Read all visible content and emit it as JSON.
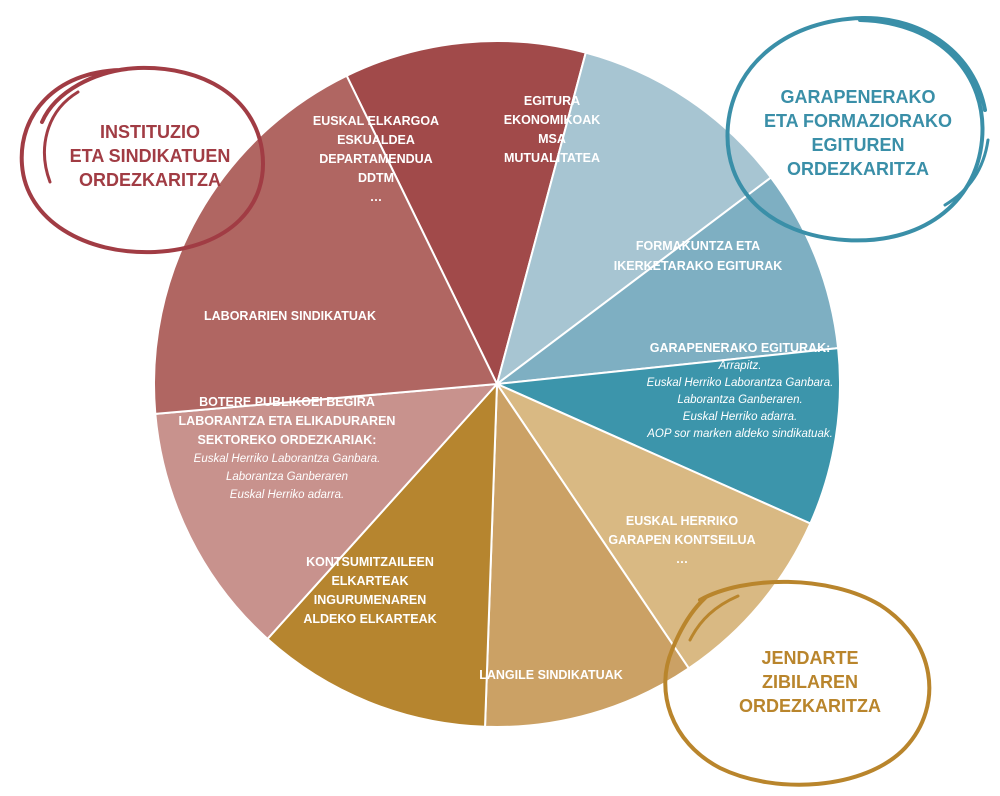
{
  "segments": [
    {
      "color": "#a14a4a",
      "lines": [
        "EUSKAL ELKARGOA",
        "ESKUALDEA",
        "DEPARTAMENDUA",
        "DDTM",
        "…"
      ]
    },
    {
      "color": "#a7c5d2",
      "lines": [
        "EGITURA",
        "EKONOMIKOAK",
        "MSA",
        "MUTUALITATEA"
      ]
    },
    {
      "color": "#7eafc2",
      "lines": [
        "FORMAKUNTZA ETA",
        "IKERKETARAKO EGITURAK"
      ]
    },
    {
      "color": "#3c95ab",
      "title": "GARAPENERAKO EGITURAK:",
      "items": [
        "Arrapitz.",
        "Euskal Herriko Laborantza Ganbara.",
        "Laborantza Ganberaren.",
        "Euskal Herriko adarra.",
        "AOP sor marken aldeko sindikatuak."
      ]
    },
    {
      "color": "#d9b983",
      "lines": [
        "EUSKAL HERRIKO",
        "GARAPEN KONTSEILUA",
        "…"
      ]
    },
    {
      "color": "#cba165",
      "lines": [
        "LANGILE SINDIKATUAK"
      ]
    },
    {
      "color": "#b6852f",
      "lines": [
        "KONTSUMITZAILEEN",
        "ELKARTEAK",
        "INGURUMENAREN",
        "ALDEKO ELKARTEAK"
      ]
    },
    {
      "color": "#c8928d",
      "title_lines": [
        "BOTERE PUBLIKOEI BEGIRA",
        "LABORANTZA ETA ELIKADURAREN",
        "SEKTOREKO ORDEZKARIAK:"
      ],
      "items": [
        "Euskal Herriko Laborantza Ganbara.",
        "Laborantza Ganberaren",
        "Euskal Herriko adarra."
      ]
    },
    {
      "color": "#b06662",
      "lines": [
        "LABORARIEN SINDIKATUAK"
      ]
    }
  ],
  "callouts": {
    "institutional": {
      "color": "#a13c44",
      "lines": [
        "INSTITUZIO",
        "ETA SINDIKATUEN",
        "ORDEZKARITZA"
      ]
    },
    "development": {
      "color": "#3a8fa8",
      "lines": [
        "GARAPENERAKO",
        "ETA FORMAZIORAKO",
        "EGITUREN",
        "ORDEZKARITZA"
      ]
    },
    "civil_society": {
      "color": "#b9852c",
      "lines": [
        "JENDARTE",
        "ZIBILAREN",
        "ORDEZKARITZA"
      ]
    }
  }
}
